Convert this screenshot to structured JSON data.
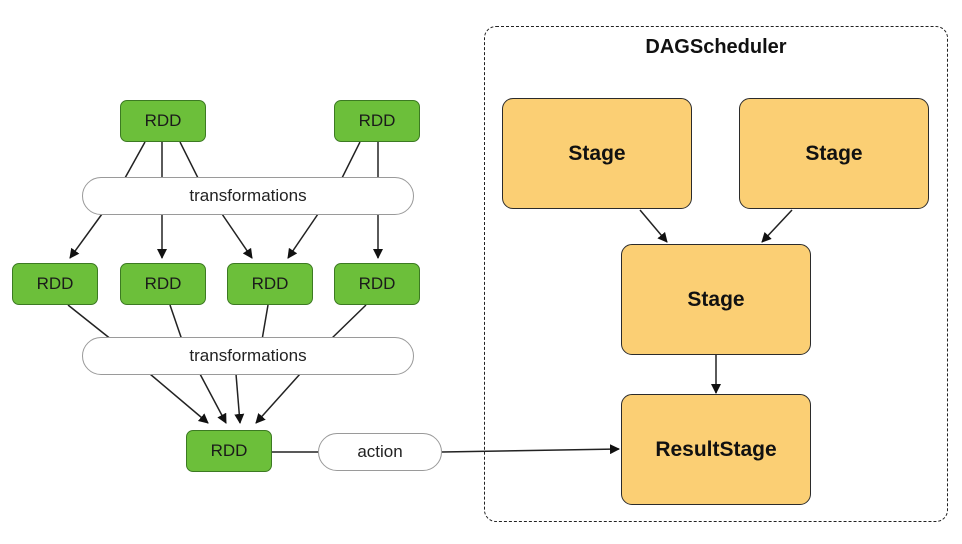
{
  "rdd_label": "RDD",
  "transformations_label": "transformations",
  "action_label": "action",
  "scheduler": {
    "title": "DAGScheduler",
    "stage_label": "Stage",
    "result_stage_label": "ResultStage"
  },
  "colors": {
    "rdd_fill": "#6cbf3a",
    "stage_fill": "#fbcf74"
  }
}
